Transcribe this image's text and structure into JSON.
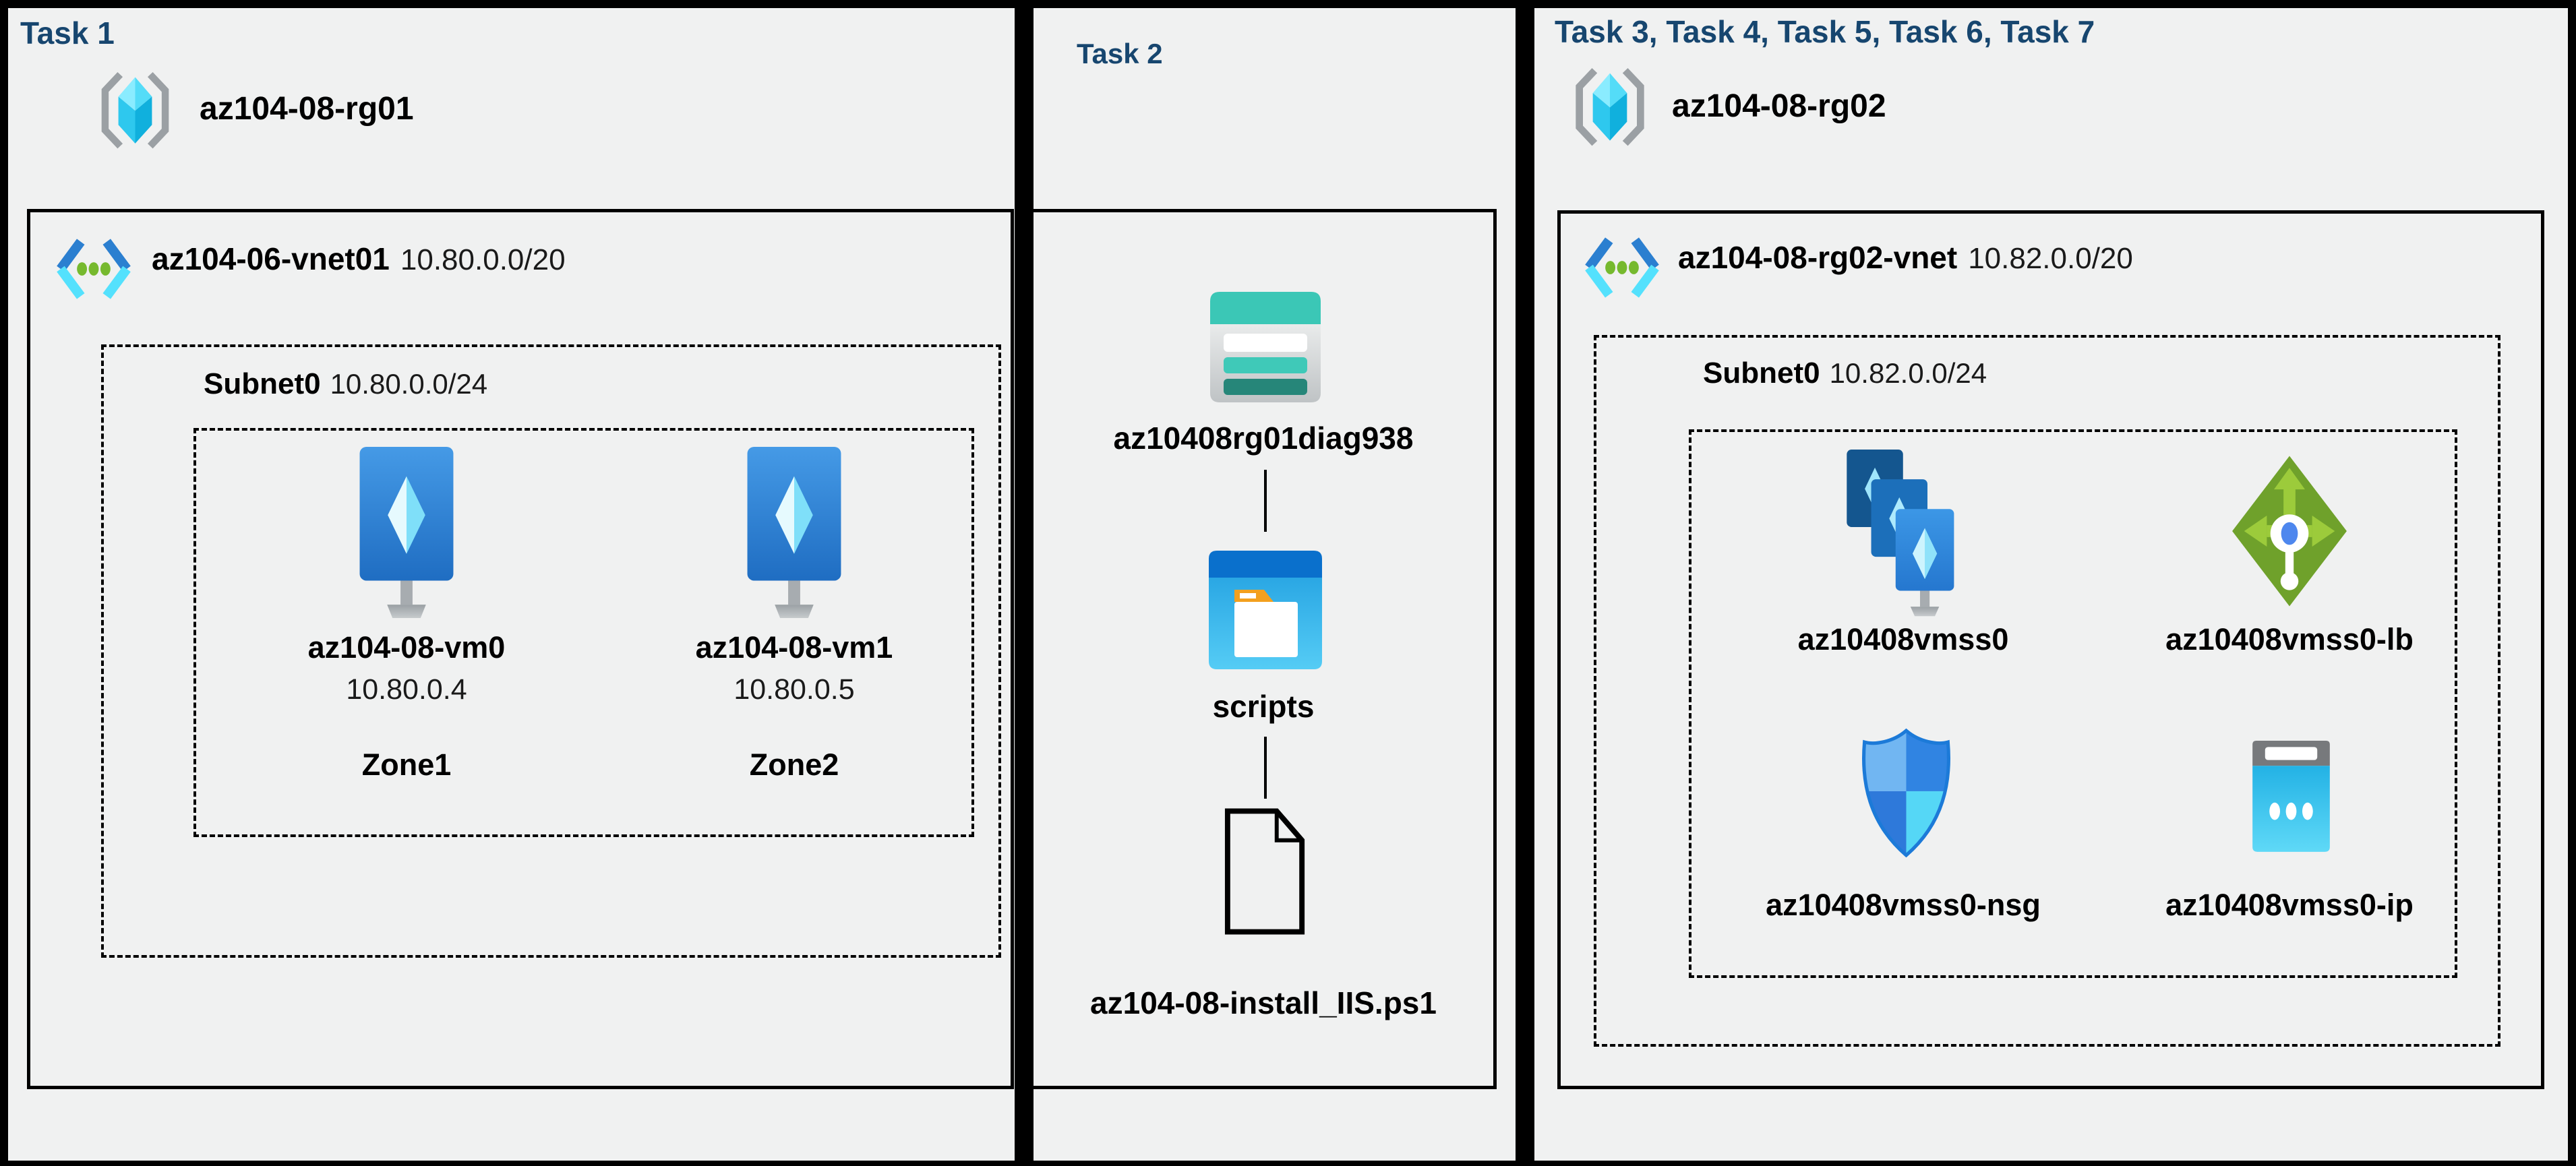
{
  "colors": {
    "background": "#000000",
    "panel_fill": "#f0f1f1",
    "header_navy": "#17466f",
    "storage_teal": "#3bc7b6",
    "container_blue": "#0a70cc",
    "lb_green": "#6fa12b",
    "vm_blue": "#2272ca",
    "cyan_accent": "#54e1fd"
  },
  "panel1": {
    "header": "Task 1",
    "resource_group": "az104-08-rg01",
    "vnet_name": "az104-06-vnet01",
    "vnet_cidr": "10.80.0.0/20",
    "subnet_name": "Subnet0",
    "subnet_cidr": "10.80.0.0/24",
    "vms": [
      {
        "name": "az104-08-vm0",
        "ip": "10.80.0.4",
        "zone": "Zone1",
        "icon": "vm-icon"
      },
      {
        "name": "az104-08-vm1",
        "ip": "10.80.0.5",
        "zone": "Zone2",
        "icon": "vm-icon"
      }
    ]
  },
  "panel2": {
    "header": "Task 2",
    "storage_account": "az10408rg01diag938",
    "container": "scripts",
    "file": "az104-08-install_IIS.ps1",
    "icons": [
      "storage-account-icon",
      "blob-container-icon",
      "file-icon"
    ]
  },
  "panel3": {
    "header": "Task 3, Task 4, Task 5, Task 6, Task 7",
    "resource_group": "az104-08-rg02",
    "vnet_name": "az104-08-rg02-vnet",
    "vnet_cidr": "10.82.0.0/20",
    "subnet_name": "Subnet0",
    "subnet_cidr": "10.82.0.0/24",
    "resources": [
      {
        "name": "az10408vmss0",
        "icon": "vmss-icon"
      },
      {
        "name": "az10408vmss0-lb",
        "icon": "load-balancer-icon"
      },
      {
        "name": "az10408vmss0-nsg",
        "icon": "nsg-icon"
      },
      {
        "name": "az10408vmss0-ip",
        "icon": "public-ip-icon"
      }
    ]
  }
}
